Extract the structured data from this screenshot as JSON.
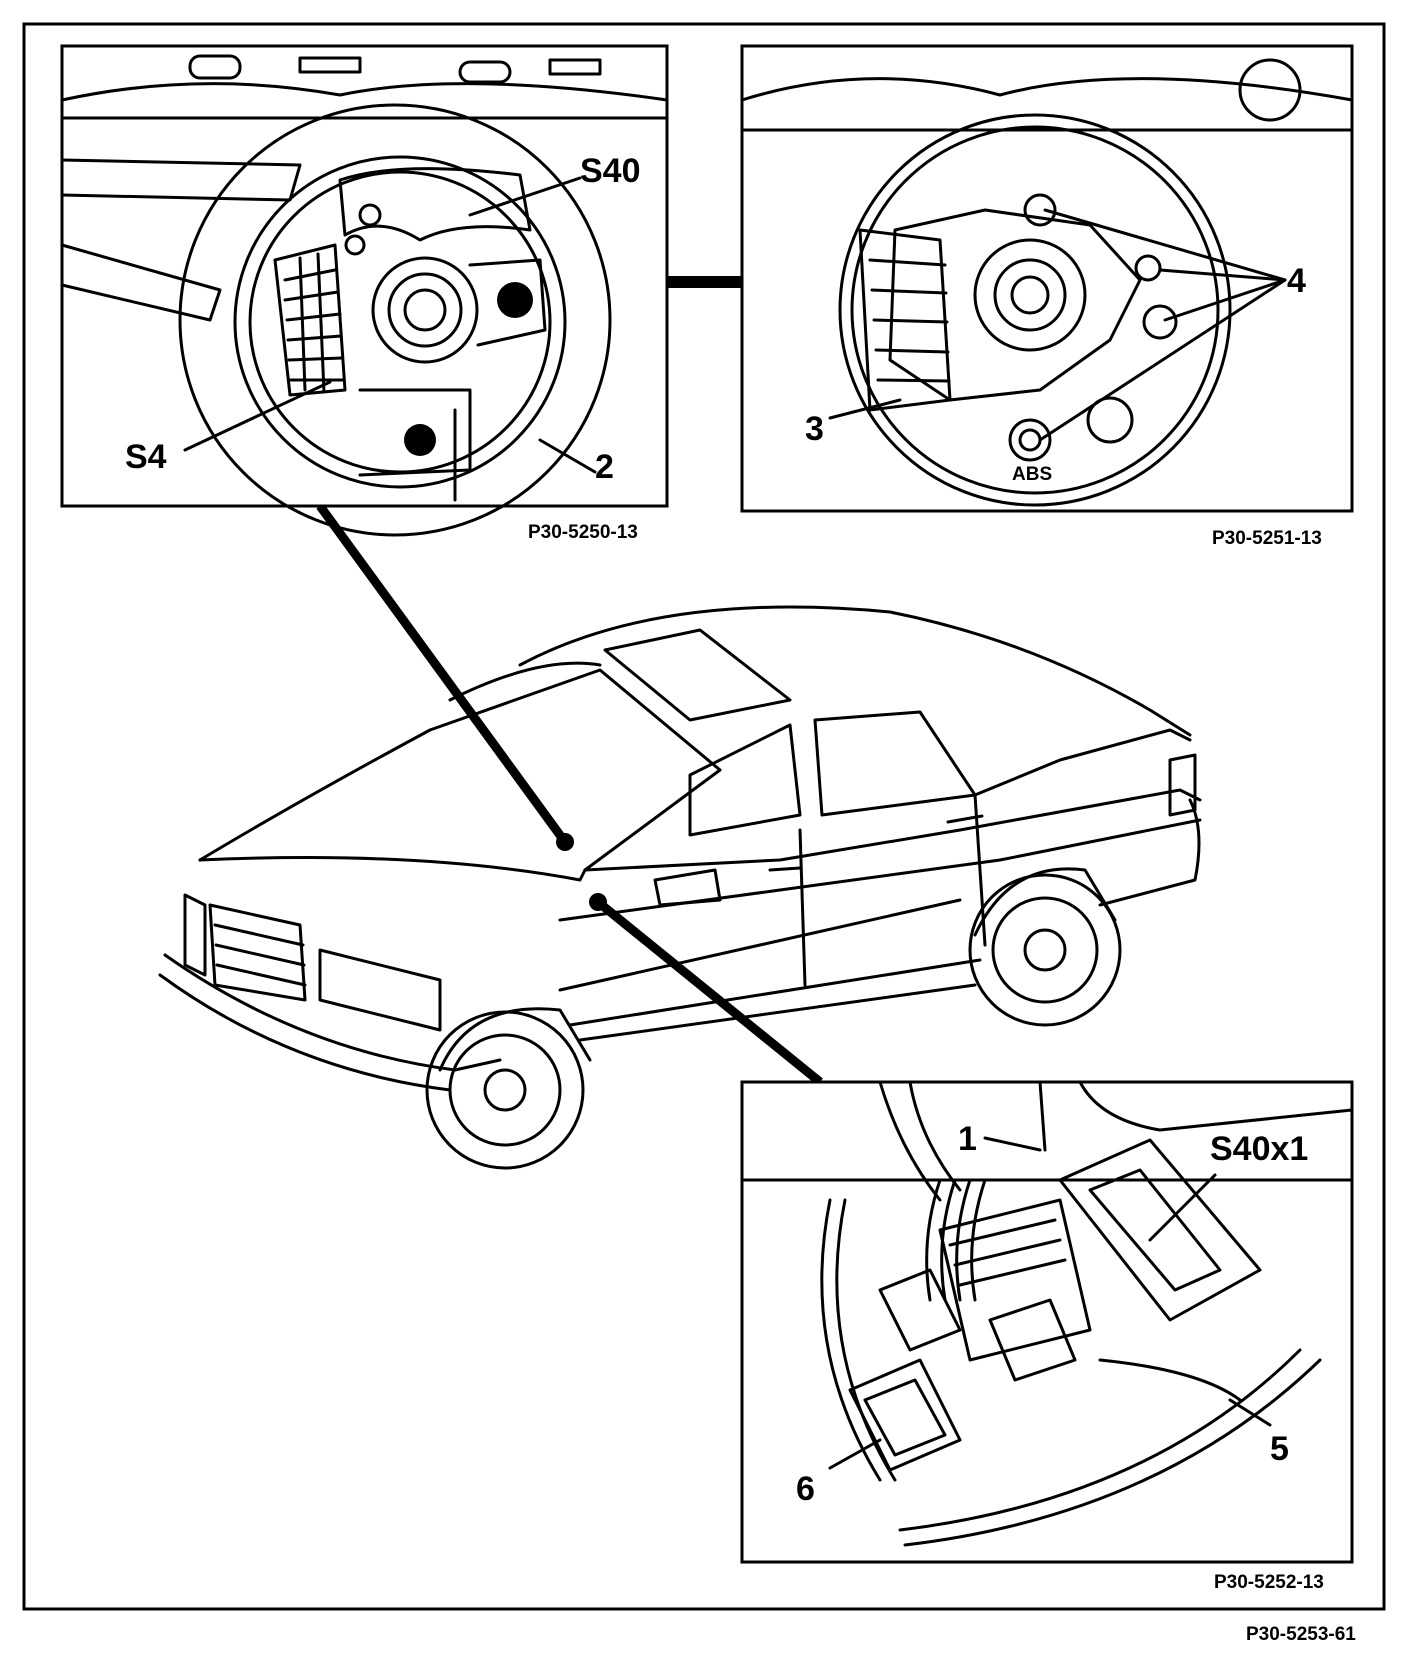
{
  "figure_id": "P30-5253-61",
  "detail_top_left": {
    "ref": "P30-5250-13",
    "labels": {
      "s40": "S40",
      "s4": "S4",
      "two": "2"
    }
  },
  "detail_top_right": {
    "ref": "P30-5251-13",
    "labels": {
      "four": "4",
      "three": "3",
      "abs": "ABS"
    }
  },
  "detail_bottom_right": {
    "ref": "P30-5252-13",
    "labels": {
      "one": "1",
      "s40x1": "S40x1",
      "six": "6",
      "five": "5"
    }
  },
  "colors": {
    "ink": "#000000",
    "paper": "#ffffff"
  }
}
